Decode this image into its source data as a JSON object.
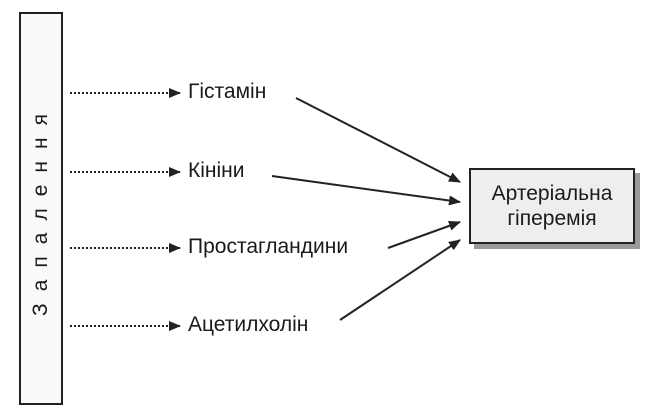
{
  "source_label": "Запалення",
  "mediators": [
    {
      "label": "Гістамін"
    },
    {
      "label": "Кініни"
    },
    {
      "label": "Простагландини"
    },
    {
      "label": "Ацетилхолін"
    }
  ],
  "result": {
    "label": "Артеріальна\nгіперемія"
  },
  "colors": {
    "line": "#222222",
    "box_fill": "#eeeeee",
    "box_shadow": "#9a9a9a"
  }
}
